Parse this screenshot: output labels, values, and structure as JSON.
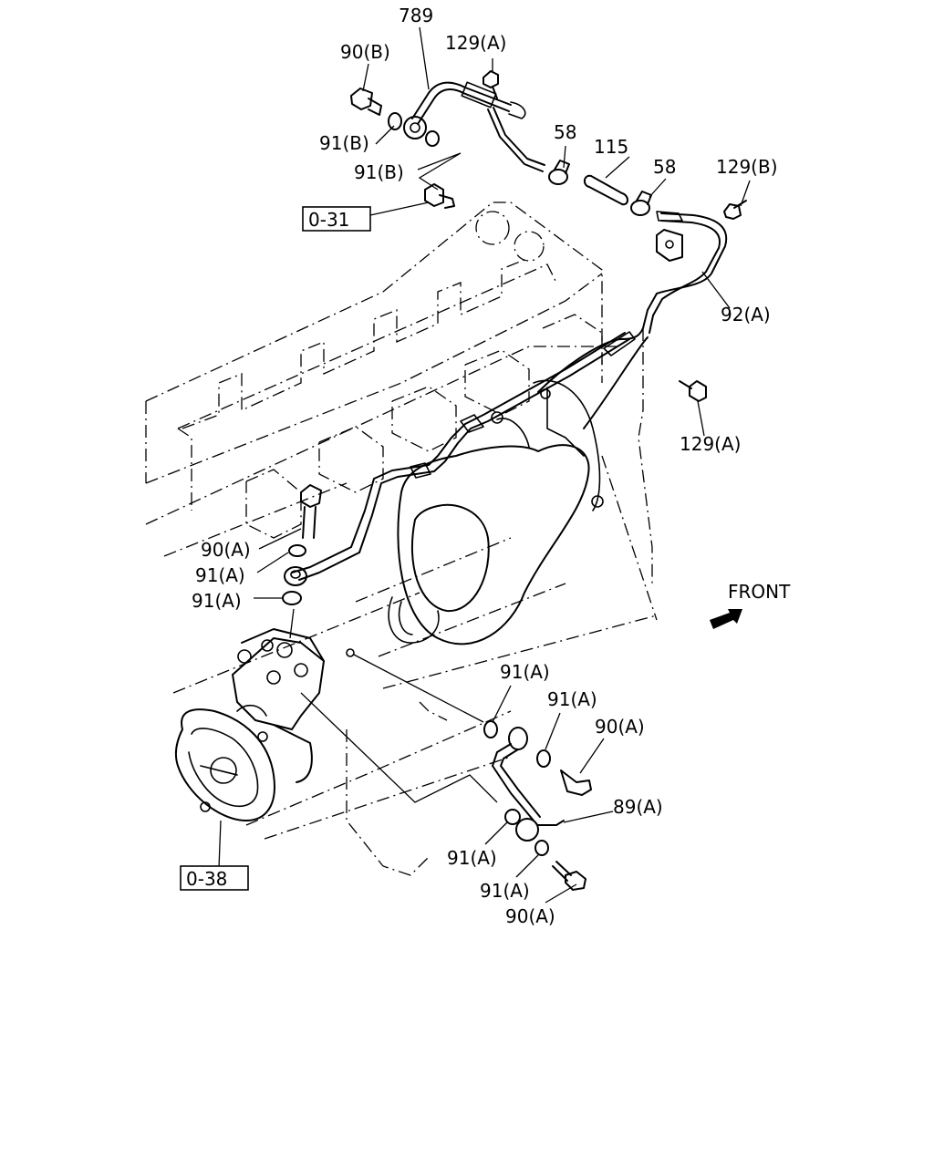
{
  "labels": {
    "p789": "789",
    "p90b": "90(B)",
    "p129a_top": "129(A)",
    "p91b_1": "91(B)",
    "p91b_2": "91(B)",
    "p58_1": "58",
    "p115": "115",
    "p58_2": "58",
    "p129b": "129(B)",
    "ref031": "0-31",
    "p92a": "92(A)",
    "p129a_mid": "129(A)",
    "p90a_left": "90(A)",
    "p91a_left1": "91(A)",
    "p91a_left2": "91(A)",
    "front": "FRONT",
    "p91a_r1": "91(A)",
    "p91a_r2": "91(A)",
    "p90a_r": "90(A)",
    "p89a": "89(A)",
    "p91a_r3": "91(A)",
    "p91a_r4": "91(A)",
    "p90a_bot": "90(A)",
    "ref038": "0-38"
  }
}
